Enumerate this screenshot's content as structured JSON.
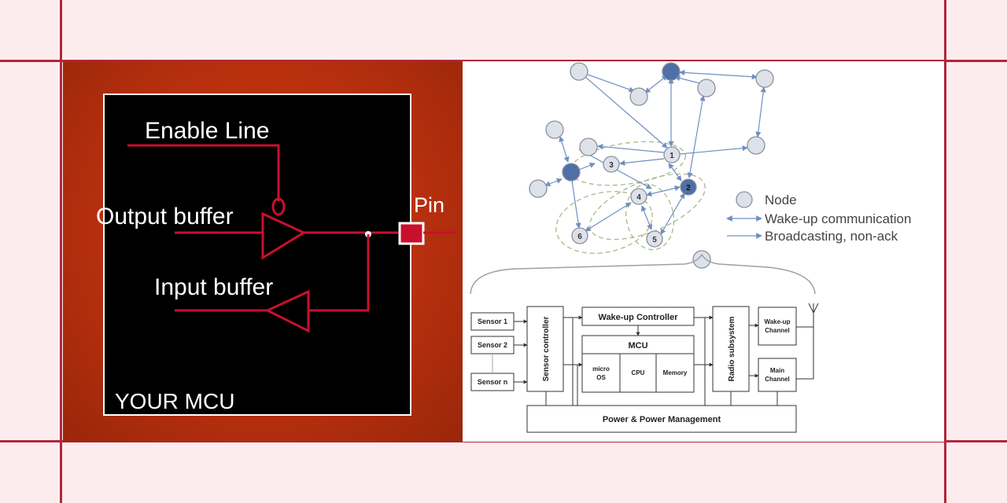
{
  "mcu": {
    "enable_line": "Enable Line",
    "output_buffer": "Output buffer",
    "input_buffer": "Input buffer",
    "pin": "Pin",
    "your_mcu": "YOUR MCU"
  },
  "network": {
    "node_labels": [
      "1",
      "2",
      "3",
      "4",
      "5",
      "6"
    ],
    "legend": {
      "node": "Node",
      "wakeup": "Wake-up communication",
      "broadcast": "Broadcasting, non-ack"
    }
  },
  "block": {
    "sensor1": "Sensor 1",
    "sensor2": "Sensor 2",
    "sensorn": "Sensor n",
    "sensor_controller": "Sensor controller",
    "wakeup_controller": "Wake-up Controller",
    "mcu": "MCU",
    "micro_os_1": "micro",
    "micro_os_2": "OS",
    "cpu": "CPU",
    "memory": "Memory",
    "radio_subsystem": "Radio subsystem",
    "wakeup_channel_1": "Wake-up",
    "wakeup_channel_2": "Channel",
    "main_channel_1": "Main",
    "main_channel_2": "Channel",
    "power": "Power &  Power Management"
  },
  "colors": {
    "frame": "#b0283a",
    "wire": "#c8102e",
    "node_fill": "#dde1ea",
    "node_dark": "#4f6fa6",
    "arrow": "#6f8fc2"
  }
}
